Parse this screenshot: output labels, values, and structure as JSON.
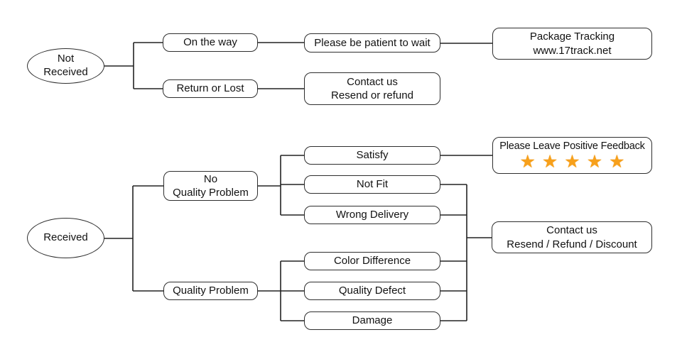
{
  "colors": {
    "background": "#ffffff",
    "connector_line": "#222222",
    "box_border": "#2e2e2e",
    "text": "#121212",
    "star": "#F7A01B"
  },
  "nodes": {
    "not_received": {
      "line1": "Not",
      "line2": "Received"
    },
    "on_the_way": {
      "label": "On the way"
    },
    "return_or_lost": {
      "label": "Return or Lost"
    },
    "please_be_patient": {
      "label": "Please be patient to wait"
    },
    "package_tracking": {
      "line1": "Package Tracking",
      "line2": "www.17track.net"
    },
    "contact_us_not_received": {
      "line1": "Contact us",
      "line2": "Resend or refund"
    },
    "received": {
      "label": "Received"
    },
    "no_quality_problem": {
      "line1": "No",
      "line2": "Quality Problem"
    },
    "quality_problem": {
      "label": "Quality Problem"
    },
    "satisfy": {
      "label": "Satisfy"
    },
    "not_fit": {
      "label": "Not Fit"
    },
    "wrong_delivery": {
      "label": "Wrong Delivery"
    },
    "color_difference": {
      "label": "Color Difference"
    },
    "quality_defect": {
      "label": "Quality Defect"
    },
    "damage": {
      "label": "Damage"
    },
    "positive_feedback": {
      "title": "Please Leave Positive Feedback",
      "star": "★",
      "star_count": 5
    },
    "contact_us_received": {
      "line1": "Contact us",
      "line2": "Resend / Refund / Discount"
    }
  }
}
